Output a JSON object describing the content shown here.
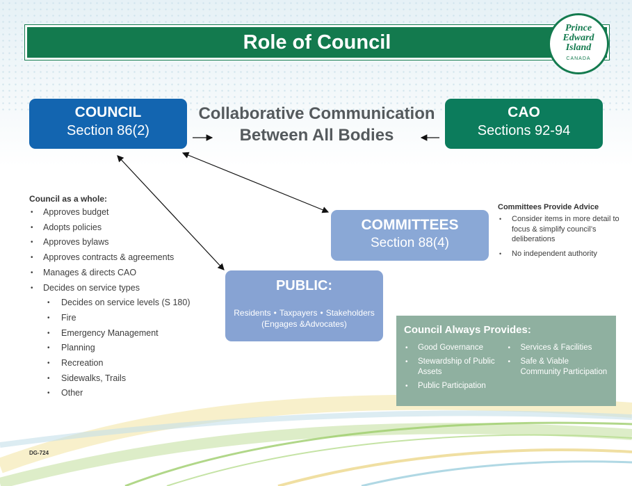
{
  "title": "Role of Council",
  "logo": {
    "line1": "Prince",
    "line2": "Edward",
    "line3": "Island",
    "sub": "CANADA"
  },
  "council": {
    "title": "COUNCIL",
    "section": "Section 86(2)"
  },
  "cao": {
    "title": "CAO",
    "section": "Sections 92-94"
  },
  "collab": {
    "line1": "Collaborative Communication",
    "line2": "Between All Bodies"
  },
  "committees": {
    "title": "COMMITTEES",
    "section": "Section 88(4)"
  },
  "public": {
    "title": "PUBLIC:",
    "members": [
      "Residents",
      "Taxpayers",
      "Stakeholders"
    ],
    "note": "(Engages &Advocates)"
  },
  "council_list": {
    "title": "Council as a whole:",
    "items": [
      "Approves budget",
      "Adopts policies",
      "Approves bylaws",
      "Approves contracts & agreements",
      "Manages & directs CAO",
      "Decides on service types"
    ],
    "subitems": [
      "Decides on service levels (S 180)",
      "Fire",
      "Emergency Management",
      "Planning",
      "Recreation",
      "Sidewalks, Trails",
      "Other"
    ]
  },
  "committees_advice": {
    "title": "Committees Provide Advice",
    "items": [
      "Consider items in more detail to focus & simplify council’s deliberations",
      "No independent authority"
    ]
  },
  "provides": {
    "title": "Council Always Provides:",
    "col1": [
      "Good Governance",
      "Stewardship of Public Assets",
      "Public Participation"
    ],
    "col2": [
      "Services & Facilities",
      "Safe & Viable Community Participation"
    ]
  },
  "doc_code": "DG-724",
  "colors": {
    "title_green": "#137a4e",
    "council_blue": "#1365b0",
    "cao_green": "#0c7c5c",
    "committees_blue": "#8aa8d6",
    "public_blue": "#87a3d3",
    "provides_green": "#8fb0a0"
  }
}
